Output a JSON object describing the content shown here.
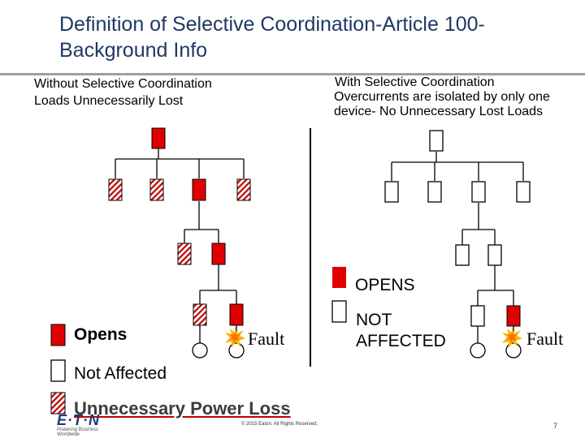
{
  "slide": {
    "title": "Definition of Selective Coordination-Article 100-Background Info",
    "left_heading": [
      "Without Selective Coordination",
      "Loads Unnecessarily Lost"
    ],
    "right_heading": [
      "With Selective Coordination",
      "Overcurrents are isolated by only one",
      "device- No Unnecessary Lost Loads"
    ],
    "callouts": {
      "opens": "OPENS",
      "not_affected": [
        "NOT",
        "AFFECTED"
      ]
    },
    "fault_label": "Fault",
    "legend": {
      "opens": "Opens",
      "not_affected": "Not Affected",
      "unnecessary": "Unnecessary Power Loss"
    },
    "footer": {
      "logo": "E·T·N",
      "tagline": "Powering Business Worldwide",
      "copyright": "© 2015 Eaton. All Rights Reserved.",
      "page": "7"
    }
  },
  "colors": {
    "opens": "#e00000",
    "title": "#1f3864",
    "hatch": "#c00000"
  }
}
